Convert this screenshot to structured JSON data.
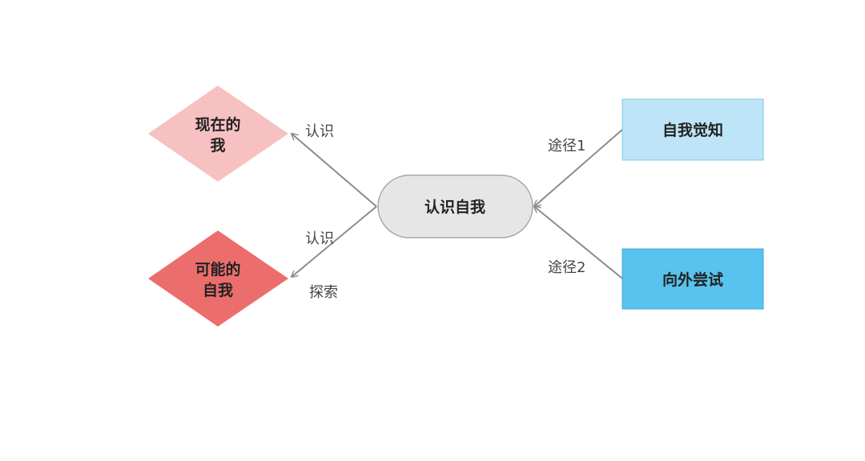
{
  "nodes": {
    "center": {
      "label": "认识自我",
      "color": "#e6e6e6",
      "stroke": "#a8a8a8"
    },
    "current_self": {
      "line1": "现在的",
      "line2": "我",
      "color": "#f6c1c0"
    },
    "possible_self": {
      "line1": "可能的",
      "line2": "自我",
      "color": "#ec6e6c"
    },
    "self_awareness": {
      "label": "自我觉知",
      "color": "#bde5f7",
      "stroke": "#7fc6e6"
    },
    "outward_trial": {
      "label": "向外尝试",
      "color": "#58c3ee",
      "stroke": "#3aa8d8"
    }
  },
  "edges": {
    "to_current": {
      "label": "认识"
    },
    "to_possible": {
      "label1": "认识",
      "label2": "探索"
    },
    "from_awareness": {
      "label": "途径1"
    },
    "from_trial": {
      "label": "途径2"
    }
  },
  "colors": {
    "arrow": "#8c8c8c"
  }
}
